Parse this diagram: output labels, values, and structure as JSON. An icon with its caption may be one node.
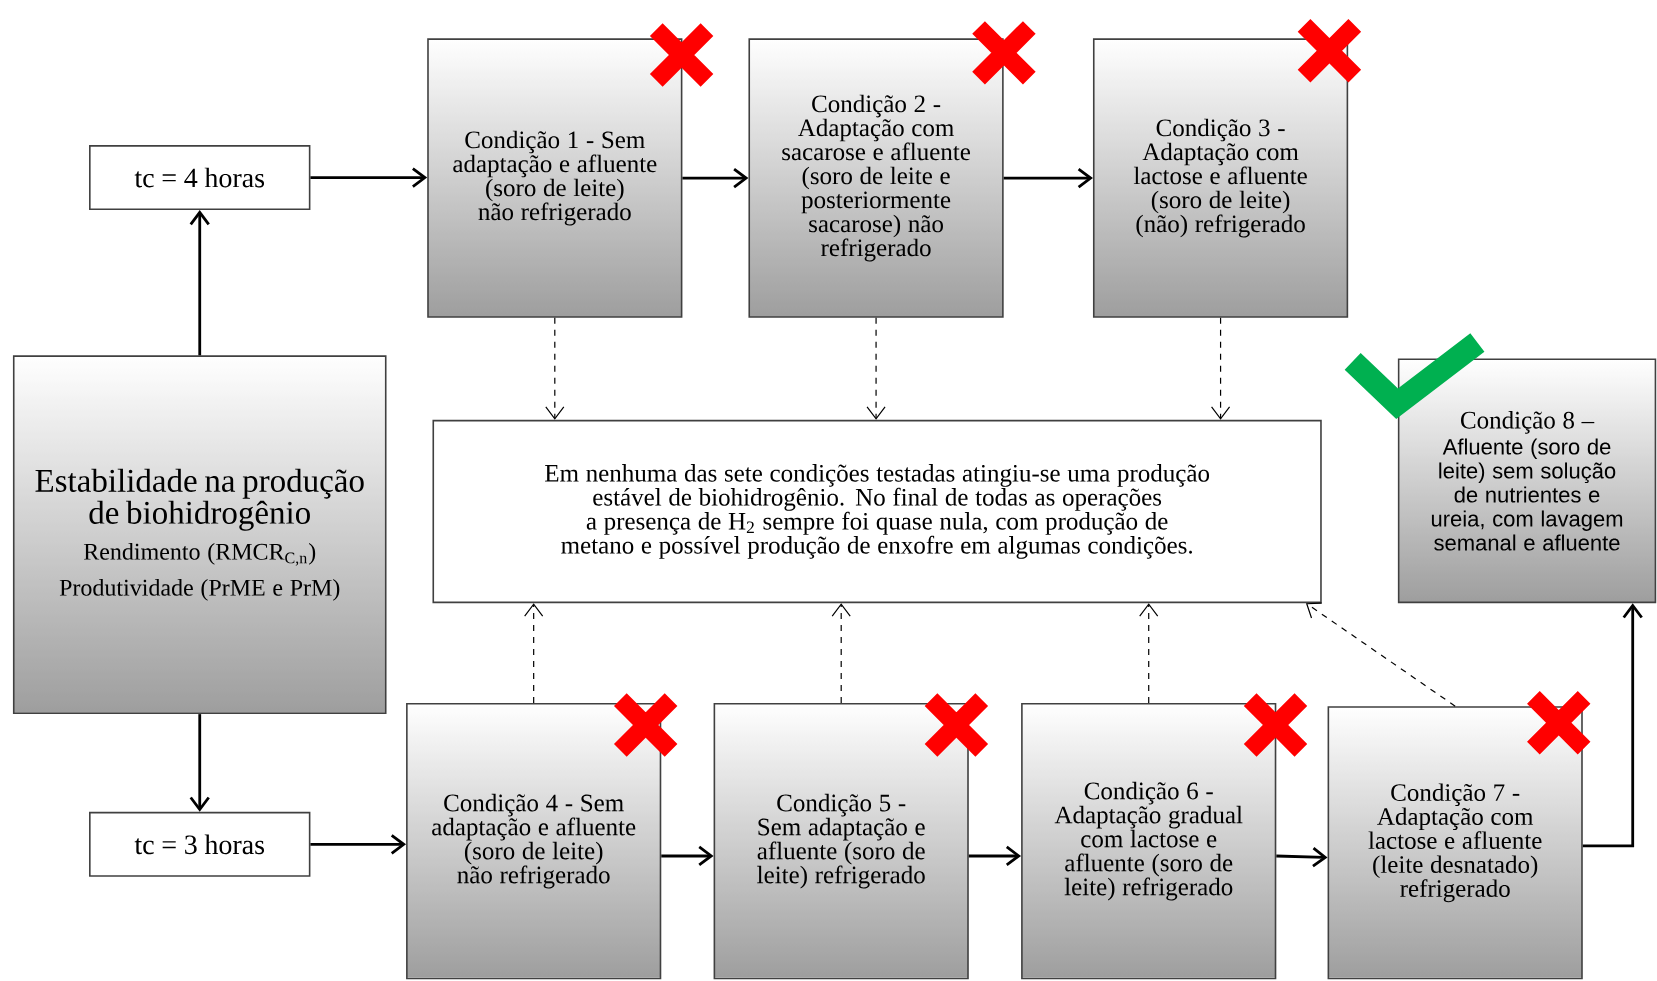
{
  "diagram": {
    "nodes": [
      {
        "text": [
          "Estabilidade na produção de biohidrogênio",
          "Rendimento (RMCR$_{C,n}$)",
          "Produtividade (PrME e PrM)"
        ]
      },
      {
        "text": [
          "tc = 4 horas"
        ]
      },
      {
        "text": [
          "Condição 1 - Sem adaptação e afluente (soro de leite) não refrigerado"
        ]
      },
      {
        "text": [
          "Condição 2 - Adaptação com sacarose e afluente (soro de leite e posteriormente sacarose) não refrigerado"
        ]
      },
      {
        "text": [
          "Condição 3 - Adaptação com lactose e afluente (soro de leite) (não) refrigerado"
        ]
      },
      {
        "text": [
          "Em nenhuma das sete condições testadas atingiu-se uma produção estável de biohidrogênio. No final de todas as operações a presença de H$_{2}$ sempre foi quase nula, com produção de metano e possível produção de enxofre em algumas condições."
        ]
      },
      {
        "text": [
          "Condição 8 –",
          "Afluente (soro de leite) sem solução de nutrientes e ureia, com lavagem semanal e afluente"
        ]
      },
      {
        "text": [
          "tc = 3 horas"
        ]
      },
      {
        "text": [
          "Condição 4 - Sem adaptação e afluente (soro de leite) não refrigerado"
        ]
      },
      {
        "text": [
          "Condição 5 - Sem adaptação e afluente (soro de leite) refrigerado"
        ]
      },
      {
        "text": [
          "Condição 6 - Adaptação gradual com lactose e afluente (soro de leite) refrigerado"
        ]
      },
      {
        "text": [
          "Condição 7 - Adaptação com lactose e afluente (leite desnatado) refrigerado"
        ]
      }
    ],
    "edges": [
      {
        "from": 0,
        "to": 1,
        "arrow": "to"
      },
      {
        "from": 0,
        "to": 7,
        "arrow": "to"
      },
      {
        "from": 1,
        "to": 2,
        "arrow": "to"
      },
      {
        "from": 2,
        "to": 3,
        "arrow": "to"
      },
      {
        "from": 3,
        "to": 4,
        "arrow": "to"
      },
      {
        "from": 2,
        "to": 5,
        "arrow": "to",
        "style": "dashed"
      },
      {
        "from": 3,
        "to": 5,
        "arrow": "to",
        "style": "dashed"
      },
      {
        "from": 4,
        "to": 5,
        "arrow": "to",
        "style": "dashed"
      },
      {
        "from": 7,
        "to": 8,
        "arrow": "to"
      },
      {
        "from": 8,
        "to": 9,
        "arrow": "to"
      },
      {
        "from": 9,
        "to": 10,
        "arrow": "to"
      },
      {
        "from": 10,
        "to": 11,
        "arrow": "to"
      },
      {
        "from": 8,
        "to": 5,
        "arrow": "to",
        "style": "dashed"
      },
      {
        "from": 9,
        "to": 5,
        "arrow": "to",
        "style": "dashed"
      },
      {
        "from": 10,
        "to": 5,
        "arrow": "to",
        "style": "dashed"
      },
      {
        "from": 11,
        "to": 5,
        "arrow": "to",
        "style": "dashed"
      },
      {
        "from": 11,
        "to": 6,
        "arrow": "to"
      }
    ]
  }
}
